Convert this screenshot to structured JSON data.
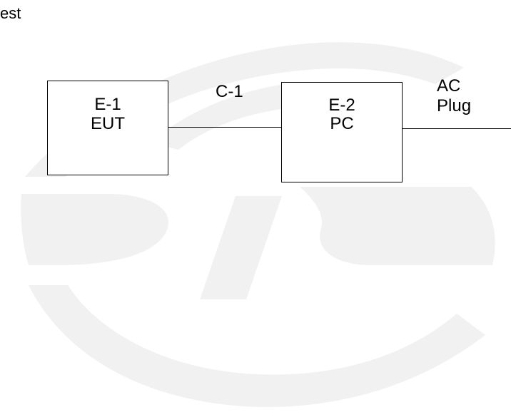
{
  "header_fragment": "est",
  "devices": [
    {
      "id_label": "E-1",
      "name": "EUT"
    },
    {
      "id_label": "E-2",
      "name": "PC"
    }
  ],
  "cable": {
    "label": "C-1"
  },
  "power": {
    "line1": "AC",
    "line2": "Plug"
  },
  "colors": {
    "line": "#000000",
    "watermark": "#f0f0f0",
    "background": "#ffffff"
  }
}
